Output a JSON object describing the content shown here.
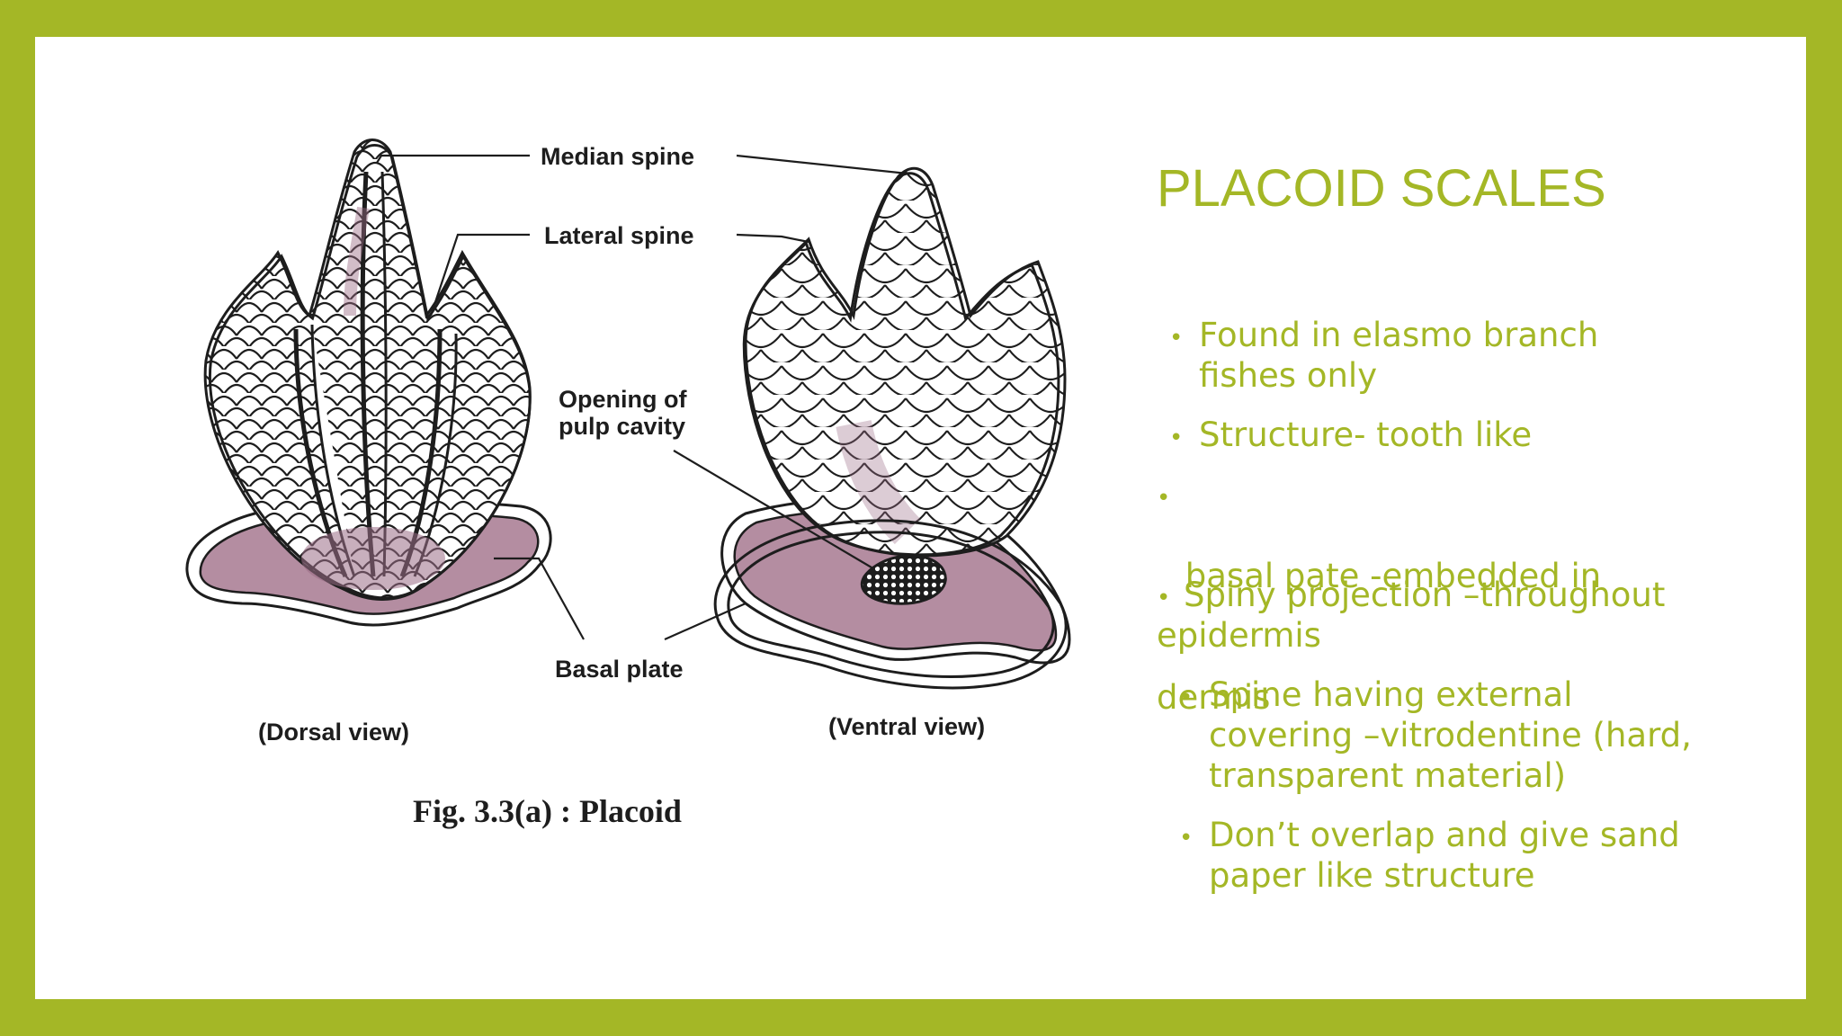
{
  "slide": {
    "title": "PLACOID SCALES",
    "bullets": [
      {
        "text_lines": [
          "Found in elasmo branch",
          "fishes only"
        ]
      },
      {
        "text_lines": [
          "Structure- tooth like"
        ]
      },
      {
        "text_lines": [
          " basal pate -embedded in",
          "dermis"
        ]
      },
      {
        "text_lines": [
          "Spiny projection –throughout",
          "epidermis"
        ]
      },
      {
        "text_lines": [
          "Spine having external",
          "covering –vitrodentine (hard,",
          "transparent material)"
        ]
      },
      {
        "text_lines": [
          "Don’t overlap and give sand",
          "paper like structure"
        ]
      }
    ],
    "bullet_glyph": "•",
    "colors": {
      "accent": "#a4b726",
      "background": "#ffffff",
      "frame": "#a4b726",
      "stain": "#9b6d86"
    }
  },
  "figure": {
    "labels": {
      "median_spine": "Median spine",
      "lateral_spine": "Lateral spine",
      "pulp_opening_1": "Opening of",
      "pulp_opening_2": "pulp cavity",
      "basal_plate": "Basal plate",
      "dorsal_view": "(Dorsal view)",
      "ventral_view": "(Ventral view)",
      "caption": "Fig. 3.3(a)  :  Placoid"
    }
  }
}
